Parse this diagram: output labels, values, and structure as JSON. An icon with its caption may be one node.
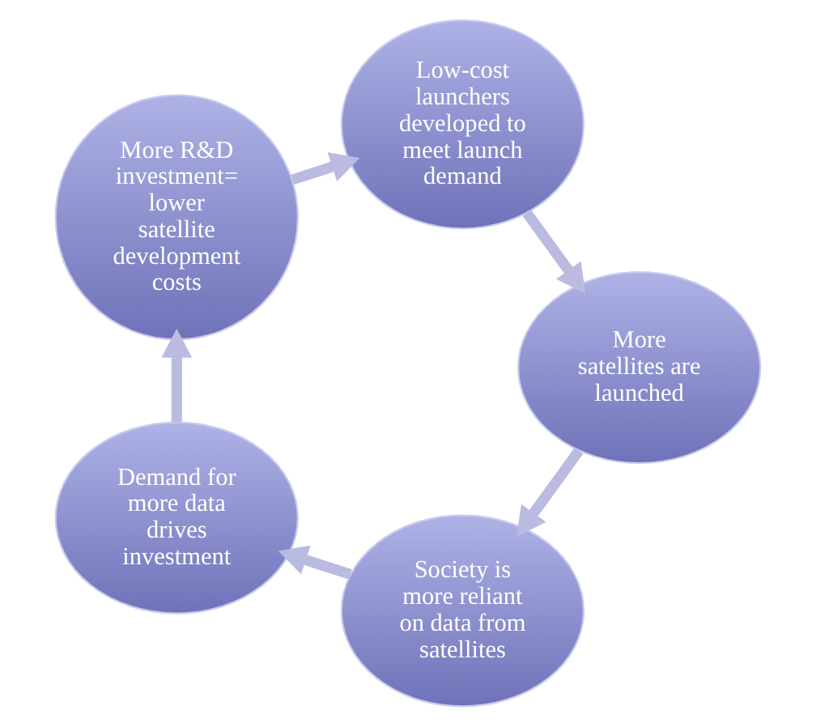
{
  "diagram": {
    "nodes": [
      {
        "text": [
          "Society is more reliant on data from satellites"
        ]
      },
      {
        "text": [
          "Demand for more data drives investment"
        ]
      },
      {
        "text": [
          "More R&D investment= lower satellite development costs"
        ]
      },
      {
        "text": [
          "Low-cost launchers developed to meet launch demand"
        ]
      },
      {
        "text": [
          "More satellites are launched"
        ]
      }
    ],
    "edges": [
      {
        "from": 0,
        "to": 1,
        "arrow": "to"
      },
      {
        "from": 1,
        "to": 2,
        "arrow": "to"
      },
      {
        "from": 2,
        "to": 3,
        "arrow": "to"
      },
      {
        "from": 3,
        "to": 4,
        "arrow": "to"
      },
      {
        "from": 4,
        "to": 0,
        "arrow": "to"
      }
    ]
  }
}
